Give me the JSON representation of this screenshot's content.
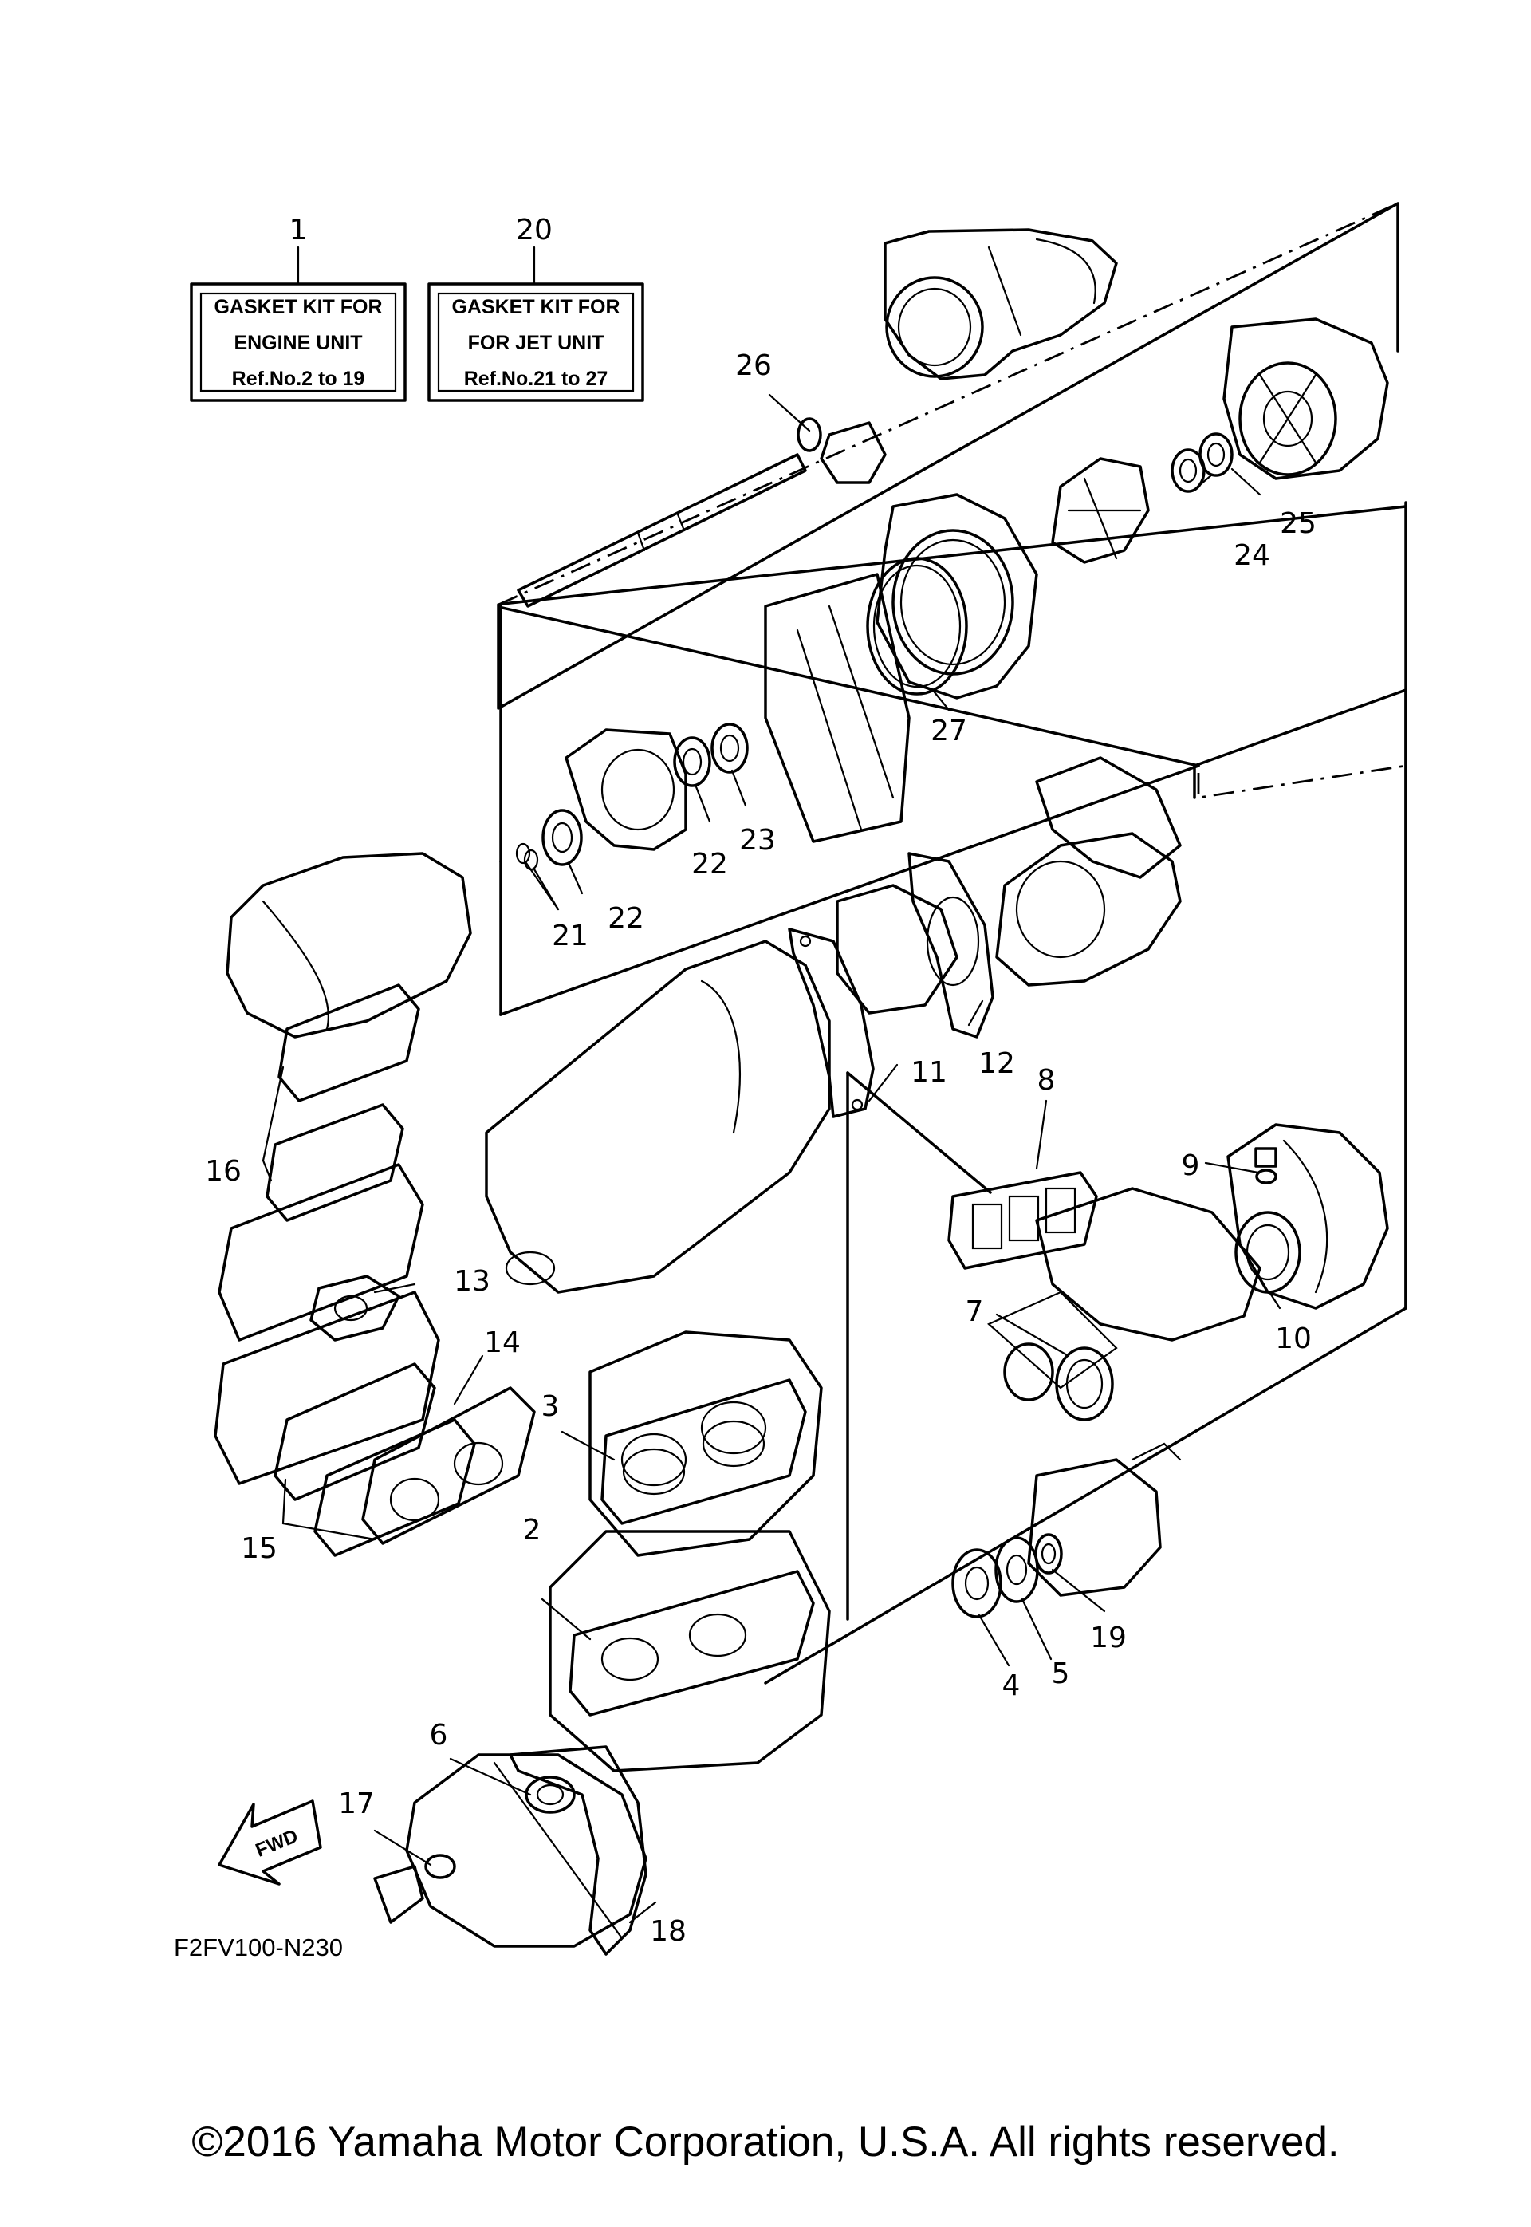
{
  "kits": [
    {
      "ref": "1",
      "line1": "GASKET  KIT FOR",
      "line2": "ENGINE UNIT",
      "line3": "Ref.No.2 to 19"
    },
    {
      "ref": "20",
      "line1": "GASKET  KIT FOR",
      "line2": "FOR JET UNIT",
      "line3": "Ref.No.21 to 27"
    }
  ],
  "callouts": [
    "2",
    "3",
    "4",
    "5",
    "6",
    "7",
    "8",
    "9",
    "10",
    "11",
    "12",
    "13",
    "14",
    "15",
    "16",
    "17",
    "18",
    "19",
    "21",
    "22",
    "22",
    "23",
    "24",
    "25",
    "26",
    "27"
  ],
  "fwd_label": "FWD",
  "diagram_code": "F2FV100-N230",
  "copyright": "©2016 Yamaha Motor Corporation, U.S.A. All rights reserved."
}
